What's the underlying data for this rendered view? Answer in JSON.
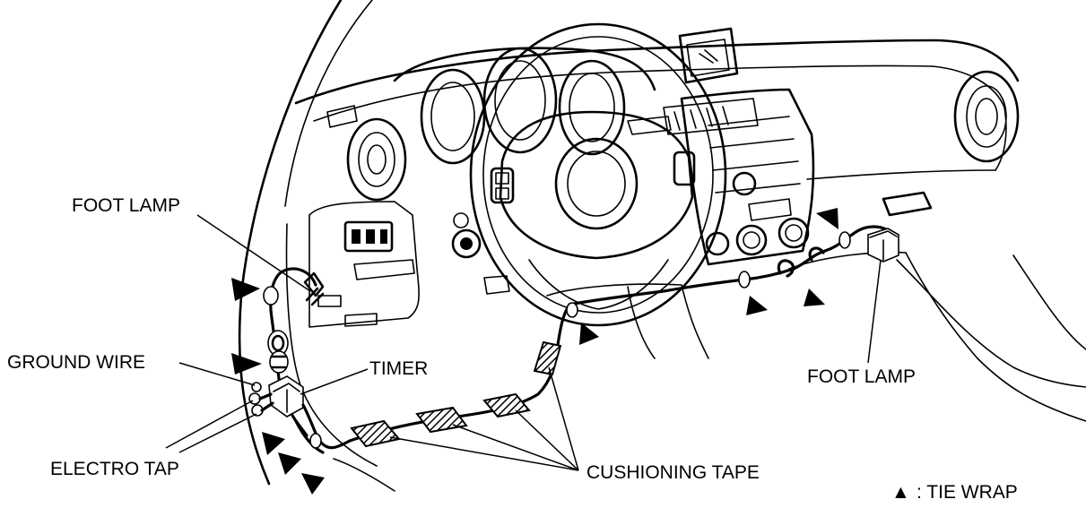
{
  "labels": {
    "foot_lamp_left": "FOOT LAMP",
    "ground_wire": "GROUND WIRE",
    "timer": "TIMER",
    "electro_tap": "ELECTRO TAP",
    "cushioning_tape": "CUSHIONING TAPE",
    "foot_lamp_right": "FOOT LAMP"
  },
  "legend": {
    "symbol": "▲",
    "text": ": TIE WRAP"
  },
  "icons": {
    "tie_wrap": "filled-triangle-icon"
  }
}
